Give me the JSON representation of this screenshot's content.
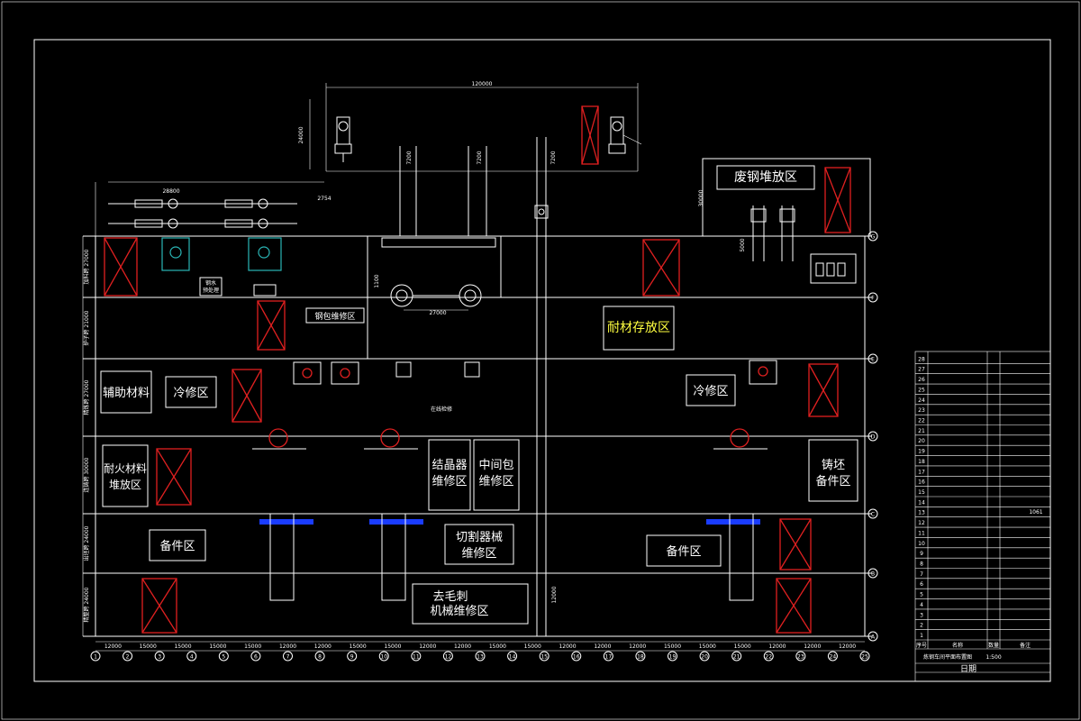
{
  "colors": {
    "background": "#000000",
    "lines": "#ffffff",
    "equipment": "#e02020",
    "crane": "#2ab6b6",
    "highlight": "#ffff40",
    "blue": "#1a3cff"
  },
  "dimensions": {
    "top_span": "120000",
    "top_height": "24000",
    "left_span": "28800",
    "left_small": "2754",
    "v1": "7200",
    "v2": "7200",
    "v3": "7200",
    "right_v": "30000",
    "right_small": "5000",
    "mid_1100": "1100",
    "mid_27000": "27000",
    "bottom_12000": "12000",
    "bays": [
      "加料跨 27000",
      "炉子跨 21000",
      "精炼跨 27000",
      "连铸跨 30000",
      "出坯跨 24000",
      "精整跨 24000"
    ],
    "bottom_ticks": [
      "12000",
      "15000",
      "15000",
      "15000",
      "15000",
      "12000",
      "12000",
      "15000",
      "15000",
      "12000",
      "12000",
      "15000",
      "15000",
      "12000",
      "12000",
      "12000",
      "15000",
      "15000",
      "15000",
      "12000",
      "12000",
      "12000"
    ]
  },
  "areas": {
    "scrap": "废钢堆放区",
    "refractory_store": "耐材存放区",
    "aux_material": "辅助材料",
    "cold_repair_left": "冷修区",
    "cold_repair_right": "冷修区",
    "refractory_stack_1": "耐火材料",
    "refractory_stack_2": "堆放区",
    "crystallizer_1": "结晶器",
    "crystallizer_2": "维修区",
    "tundish_1": "中间包",
    "tundish_2": "维修区",
    "cast_spare_1": "铸坯",
    "cast_spare_2": "备件区",
    "spare_left": "备件区",
    "spare_right": "备件区",
    "cutter_1": "切割器械",
    "cutter_2": "维修区",
    "deburr_1": "去毛刺",
    "deburr_2": "机械维修区",
    "ladle_repair": "钢包维修区",
    "online": "在线检修",
    "ladle_small_1": "钢水",
    "ladle_small_2": "预处理"
  },
  "axis_letters": [
    "G",
    "F",
    "E",
    "D",
    "C",
    "B",
    "A"
  ],
  "axis_numbers": [
    "1",
    "2",
    "3",
    "4",
    "5",
    "6",
    "7",
    "8",
    "9",
    "10",
    "11",
    "12",
    "13",
    "14",
    "15",
    "16",
    "17",
    "18",
    "19",
    "20",
    "21",
    "22",
    "23",
    "24",
    "25"
  ],
  "title_block": {
    "rows": [
      "28",
      "27",
      "26",
      "25",
      "24",
      "23",
      "22",
      "21",
      "20",
      "19",
      "18",
      "17",
      "16",
      "15",
      "14",
      "13",
      "12",
      "11",
      "10",
      "9",
      "8",
      "7",
      "6",
      "5",
      "4",
      "3",
      "2",
      "1"
    ],
    "footer_1": "序号",
    "footer_2": "名称",
    "footer_3": "数量",
    "footer_4": "备注",
    "drawing_title": "炼钢车间平面布置图",
    "sheet_label": "日期",
    "scale": "1:500",
    "code": "1061"
  }
}
